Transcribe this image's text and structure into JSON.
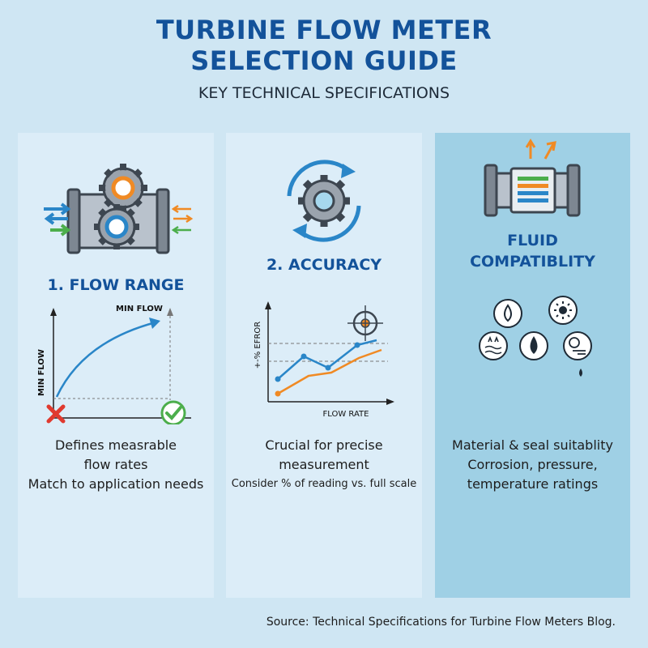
{
  "title_line1": "TURBINE FLOW METER",
  "title_line2": "SELECTION GUIDE",
  "subtitle": "KEY TECHNICAL SPECIFICATIONS",
  "panels": [
    {
      "heading": "1. FLOW RANGE",
      "chart_top_label": "MIN FLOW",
      "chart_side_label": "MIN FLOW",
      "lines": [
        "Defines measrable",
        "flow rates",
        "Match to application needs"
      ]
    },
    {
      "heading": "2. ACCURACY",
      "chart_xlabel": "FLOW RATE",
      "chart_ylabel": "+-% EFROR",
      "lines": [
        "Crucial for precise",
        "measurement"
      ],
      "note": "Consider % of reading vs. full scale"
    },
    {
      "heading_line1": "FLUID",
      "heading_line2": "COMPATIBLITY",
      "lines": [
        "Material & seal suitablity",
        "Corrosion, pressure,",
        "temperature ratings"
      ]
    }
  ],
  "source": "Source: Technical Specifications for Turbine Flow Meters Blog.",
  "icons": [
    "turbine-gear-icon",
    "cycle-gear-icon",
    "target-icon",
    "check-icon",
    "cross-icon",
    "meter-pipe-icon",
    "drop-icon",
    "sun-gear-icon",
    "wave-icon",
    "oil-drop-icon",
    "gauge-icon"
  ],
  "colors": {
    "title": "#13529a",
    "blue_series": "#2a86c8",
    "orange_series": "#f08a24",
    "green_check": "#4cae4c",
    "red_cross": "#e03a2f"
  }
}
